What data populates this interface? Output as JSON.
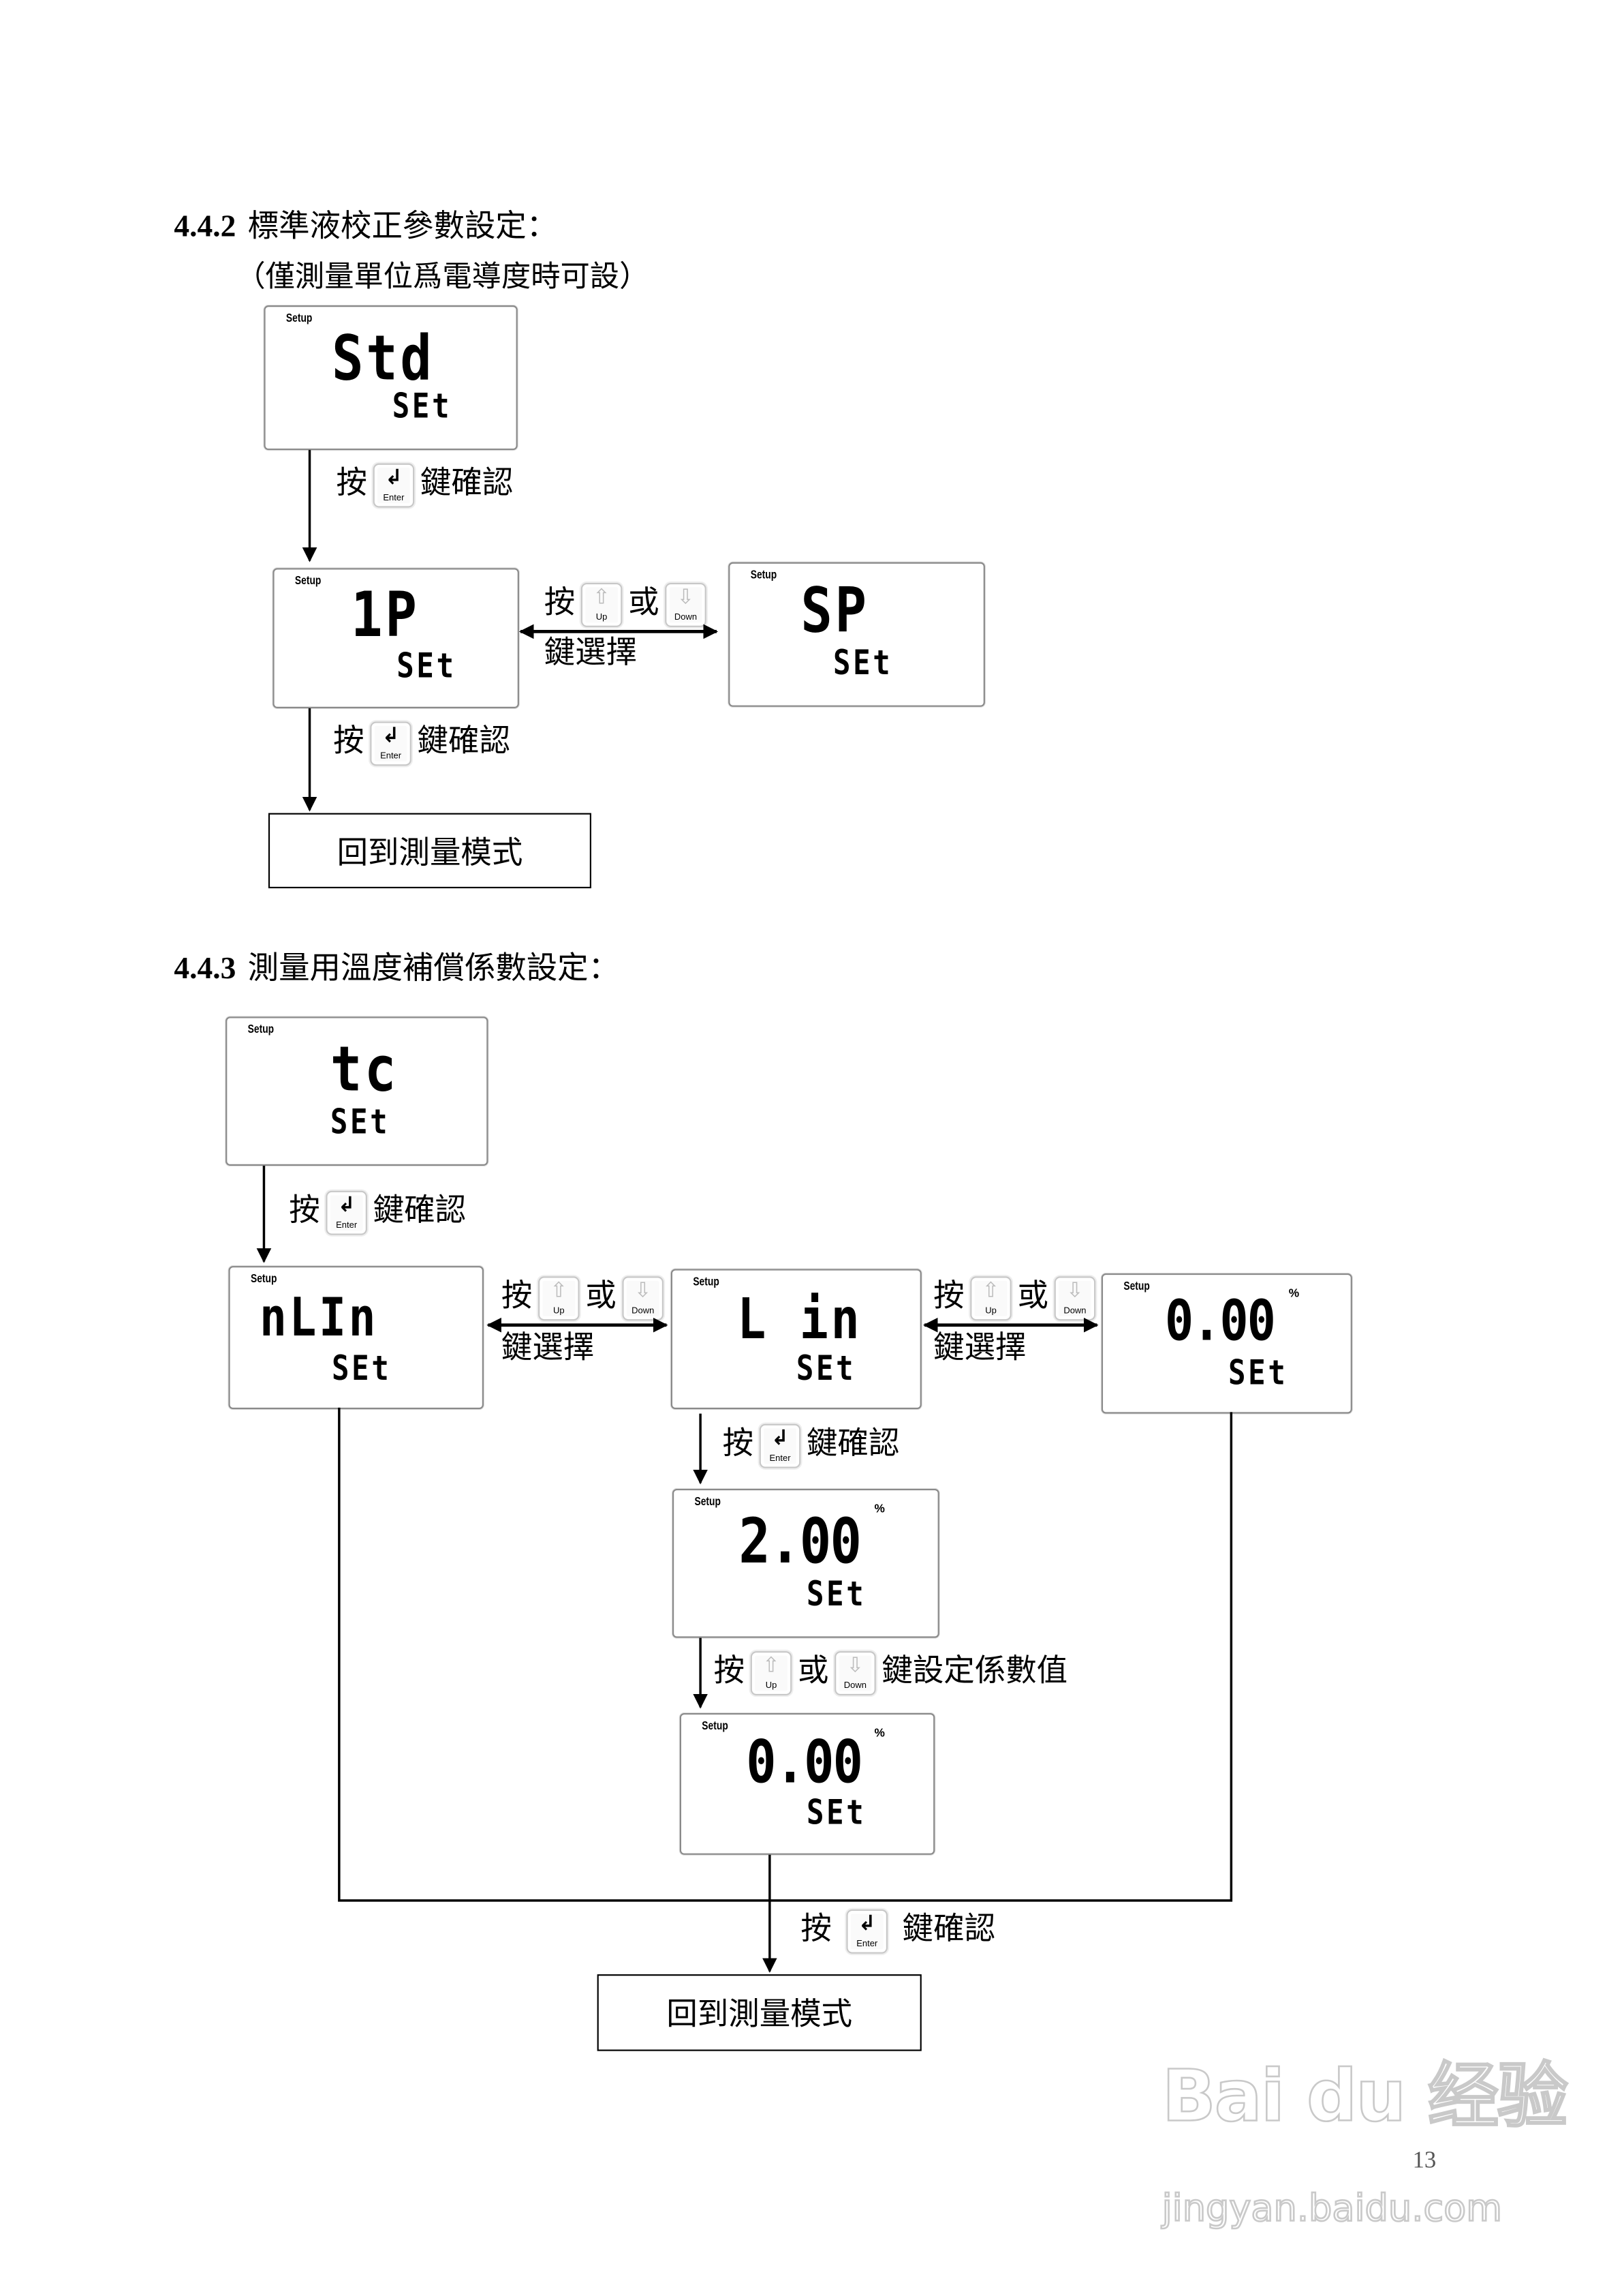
{
  "section_442": {
    "heading_number": "4.4.2",
    "heading_text": "標準液校正參數設定：",
    "note": "（僅測量單位爲電導度時可設）"
  },
  "section_443": {
    "heading_number": "4.4.3",
    "heading_text": "測量用溫度補償係數設定："
  },
  "lcd": {
    "setup_label": "Setup",
    "set_label": "SEt",
    "percent": "%"
  },
  "screens": {
    "std": "Std",
    "ip": "1P",
    "sp": "SP",
    "tc": "tc",
    "nlin": "nLIn",
    "lin": "L in",
    "zero_a": "0.00",
    "two": "2.00",
    "zero_b": "0.00"
  },
  "instructions": {
    "press": "按",
    "or": "或",
    "confirm": "鍵確認",
    "select": "鍵選擇",
    "set_value": "鍵設定係數值"
  },
  "keys": {
    "enter": "Enter",
    "up": "Up",
    "down": "Down"
  },
  "return_box": "回到測量模式",
  "page_number": "13",
  "watermark": {
    "brand": "Bai du 经验",
    "url": "jingyan.baidu.com"
  }
}
